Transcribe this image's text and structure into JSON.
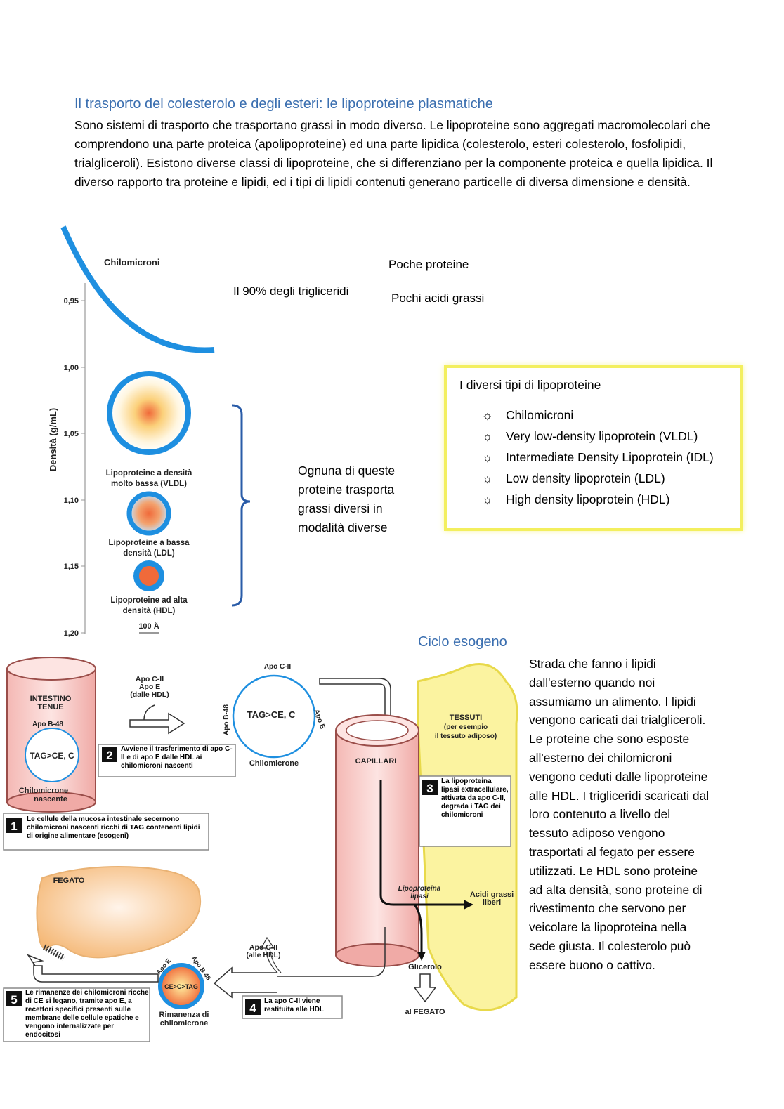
{
  "header": {
    "title": "Il trasporto del colesterolo e degli esteri: le lipoproteine plasmatiche",
    "paragraph": "Sono sistemi di trasporto che trasportano grassi in modo diverso. Le lipoproteine sono aggregati macromolecolari che comprendono una parte proteica (apolipoproteine) ed una parte lipidica (colesterolo, esteri colesterolo, fosfolipidi, trialgliceroli). Esistono diverse classi di lipoproteine, che si differenziano per la componente proteica e quella lipidica. Il diverso rapporto tra proteine e lipidi, ed i tipi di lipidi contenuti generano particelle di diversa dimensione e densità."
  },
  "density_figure": {
    "y_axis_label": "Densità (g/mL)",
    "ticks": [
      "0,95",
      "1,00",
      "1,05",
      "1,10",
      "1,15",
      "1,20"
    ],
    "chilomicroni_label": "Chilomicroni",
    "vldl_label_1": "Lipoproteine a densità",
    "vldl_label_2": "molto bassa (VLDL)",
    "ldl_label_1": "Lipoproteine a bassa",
    "ldl_label_2": "densità (LDL)",
    "hdl_label_1": "Lipoproteine ad alta",
    "hdl_label_2": "densità (HDL)",
    "scale_label": "100 Å"
  },
  "notes": {
    "trigliceridi": "Il 90% degli trigliceridi",
    "poche_proteine": "Poche proteine",
    "pochi_acidi": "Pochi acidi grassi",
    "ognuna": "Ognuna di queste proteine trasporta grassi diversi in modalità diverse"
  },
  "legend": {
    "title": "I diversi tipi di lipoproteine",
    "items": [
      "Chilomicroni",
      "Very low-density lipoprotein (VLDL)",
      "Intermediate Density Lipoprotein (IDL)",
      "Low density lipoprotein (LDL)",
      "High density lipoprotein (HDL)"
    ],
    "bullet": "☼"
  },
  "cycle": {
    "section_title": "Ciclo esogeno",
    "intestino_1": "INTESTINO",
    "intestino_2": "TENUE",
    "apo_b48": "Apo B-48",
    "tag_ce": "TAG>CE, C",
    "chilomicrone_nascente_1": "Chilomicrone",
    "chilomicrone_nascente_2": "nascente",
    "apo_cii": "Apo C-II",
    "apo_e": "Apo E",
    "dalle_hdl": "(dalle HDL)",
    "apo_c_ii_short": "Apo C-II",
    "apo_b48_side": "Apo B-48",
    "apo_e_side": "Apo E",
    "chilomicrone": "Chilomicrone",
    "step1": "Le cellule della mucosa intestinale secernono chilomicroni nascenti ricchi di TAG contenenti lipidi di origine alimentare (esogeni)",
    "step2": "Avviene il trasferimento di apo C-II e di apo E dalle HDL ai chilomicroni nascenti",
    "step3": "La lipoproteina lipasi extracellulare, attivata da apo C-II, degrada i TAG dei chilomicroni",
    "step4": "La apo C-II viene restituita alle HDL",
    "step5": "Le rimanenze dei chilomicroni ricche di CE si legano, tramite apo E, a recettori specifici presenti sulle membrane delle cellule epatiche e vengono internalizzate per endocitosi",
    "tessuti_1": "TESSUTI",
    "tessuti_2": "(per esempio",
    "tessuti_3": "il tessuto adiposo)",
    "capillari": "CAPILLARI",
    "lipoproteina_lipasi_1": "Lipoproteina",
    "lipoproteina_lipasi_2": "lipasi",
    "acidi_grassi_1": "Acidi grassi",
    "acidi_grassi_2": "liberi",
    "glicerolo": "Glicerolo",
    "al_fegato": "al FEGATO",
    "fegato": "FEGATO",
    "apo_cii_alle_hdl_1": "Apo C-II",
    "apo_cii_alle_hdl_2": "(alle HDL)",
    "ce_tag": "CE>C>TAG",
    "rimanenza_1": "Rimanenza di",
    "rimanenza_2": "chilomicrone",
    "n1": "1",
    "n2": "2",
    "n3": "3",
    "n4": "4",
    "n5": "5"
  },
  "exogenous_text": "Strada che fanno i lipidi dall'esterno quando noi assumiamo un alimento. I lipidi vengono caricati dai trialgliceroli. Le proteine che sono esposte all'esterno dei chilomicroni vengono ceduti dalle lipoproteine alle HDL. I trigliceridi scaricati dal loro contenuto a livello del tessuto adiposo vengono trasportati al fegato per essere utilizzati. Le HDL sono proteine ad alta densità, sono proteine di rivestimento che servono per veicolare la lipoproteina nella sede giusta. Il colesterolo può essere buono o cattivo.",
  "colors": {
    "accent": "#3b6fb0",
    "lipo_blue": "#1e8fe0",
    "core_orange": "#f06a3a",
    "legend_border": "#f3ef5e",
    "vessel_pink": "#f7c9c6",
    "liver": "#f8c99a",
    "tissue_yellow": "#fbf3a0"
  }
}
